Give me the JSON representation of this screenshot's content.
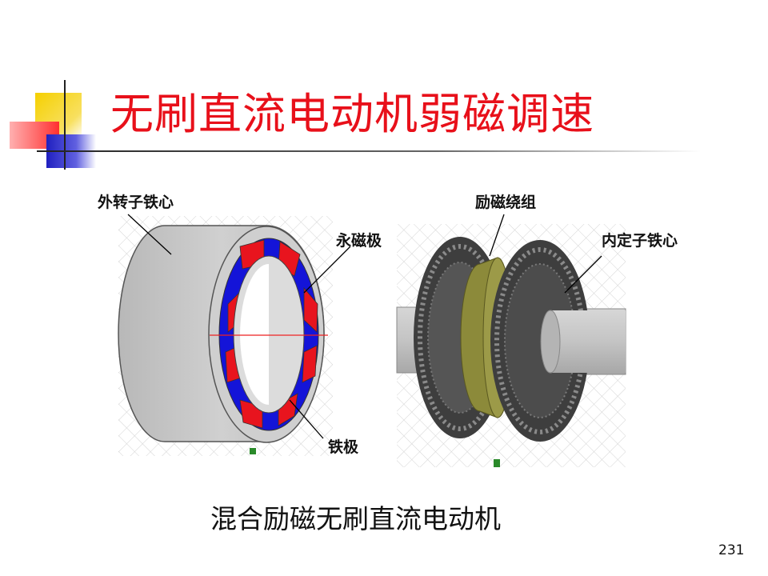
{
  "slide": {
    "title": "无刷直流电动机弱磁调速",
    "caption": "混合励磁无刷直流电动机",
    "page_number": "231"
  },
  "left_figure": {
    "labels": {
      "outer_rotor_core": "外转子铁心",
      "permanent_magnet_pole": "永磁极",
      "iron_pole": "铁极"
    }
  },
  "right_figure": {
    "labels": {
      "excitation_winding": "励磁绕组",
      "inner_stator_core": "内定子铁心"
    }
  },
  "colors": {
    "title": "#e8101a",
    "magnet_red": "#e8141e",
    "magnet_blue": "#1414d8",
    "core_gray": "#c8c8c8",
    "winding_olive": "#8c8a3a"
  }
}
